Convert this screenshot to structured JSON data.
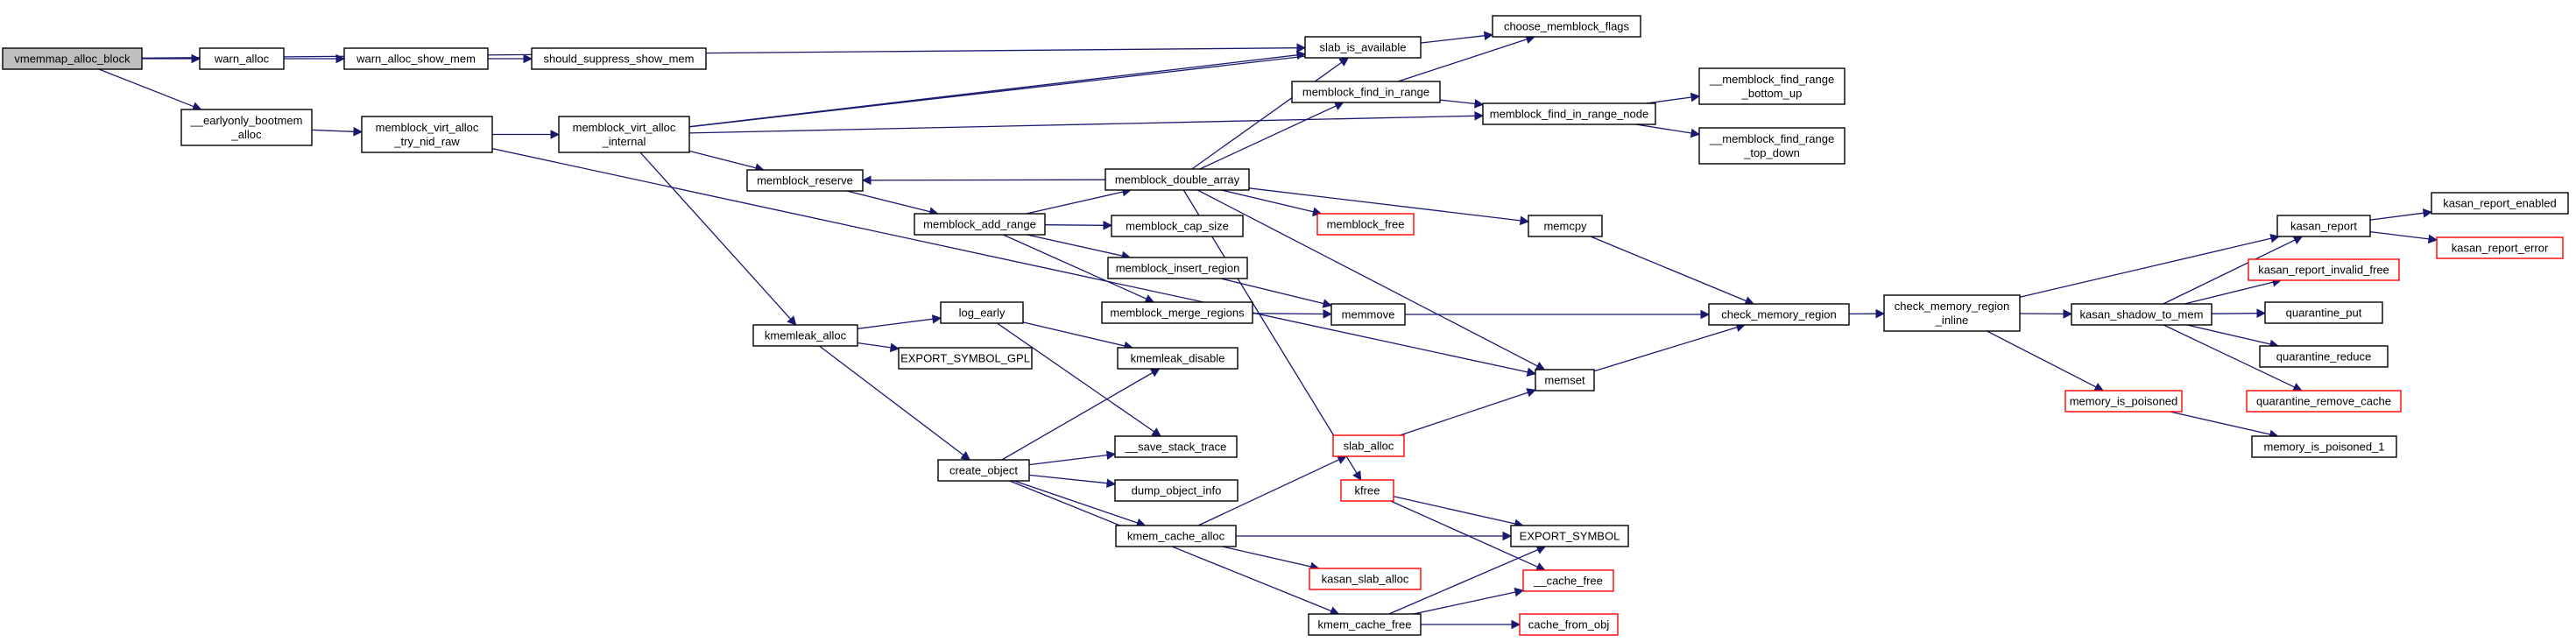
{
  "nodes": [
    {
      "id": "n_vmemmap",
      "lines": [
        "vmemmap_alloc_block"
      ],
      "style": "root"
    },
    {
      "id": "n_warn_alloc",
      "lines": [
        "warn_alloc"
      ],
      "style": "normal"
    },
    {
      "id": "n_warn_alloc_show_mem",
      "lines": [
        "warn_alloc_show_mem"
      ],
      "style": "normal"
    },
    {
      "id": "n_should_suppress",
      "lines": [
        "should_suppress_show_mem"
      ],
      "style": "normal"
    },
    {
      "id": "n_earlyonly",
      "lines": [
        "__earlyonly_bootmem",
        "_alloc"
      ],
      "style": "normal"
    },
    {
      "id": "n_mva_try_nid",
      "lines": [
        "memblock_virt_alloc",
        "_try_nid_raw"
      ],
      "style": "normal"
    },
    {
      "id": "n_mva_internal",
      "lines": [
        "memblock_virt_alloc",
        "_internal"
      ],
      "style": "normal"
    },
    {
      "id": "n_slab_is_available",
      "lines": [
        "slab_is_available"
      ],
      "style": "normal"
    },
    {
      "id": "n_choose_flags",
      "lines": [
        "choose_memblock_flags"
      ],
      "style": "normal"
    },
    {
      "id": "n_find_in_range",
      "lines": [
        "memblock_find_in_range"
      ],
      "style": "normal"
    },
    {
      "id": "n_find_in_range_node",
      "lines": [
        "memblock_find_in_range_node"
      ],
      "style": "normal"
    },
    {
      "id": "n_find_bottom_up",
      "lines": [
        "__memblock_find_range",
        "_bottom_up"
      ],
      "style": "normal"
    },
    {
      "id": "n_find_top_down",
      "lines": [
        "__memblock_find_range",
        "_top_down"
      ],
      "style": "normal"
    },
    {
      "id": "n_memblock_reserve",
      "lines": [
        "memblock_reserve"
      ],
      "style": "normal"
    },
    {
      "id": "n_double_array",
      "lines": [
        "memblock_double_array"
      ],
      "style": "normal"
    },
    {
      "id": "n_add_range",
      "lines": [
        "memblock_add_range"
      ],
      "style": "normal"
    },
    {
      "id": "n_cap_size",
      "lines": [
        "memblock_cap_size"
      ],
      "style": "normal"
    },
    {
      "id": "n_memblock_free",
      "lines": [
        "memblock_free"
      ],
      "style": "red"
    },
    {
      "id": "n_memcpy",
      "lines": [
        "memcpy"
      ],
      "style": "normal"
    },
    {
      "id": "n_insert_region",
      "lines": [
        "memblock_insert_region"
      ],
      "style": "normal"
    },
    {
      "id": "n_merge_regions",
      "lines": [
        "memblock_merge_regions"
      ],
      "style": "normal"
    },
    {
      "id": "n_memmove",
      "lines": [
        "memmove"
      ],
      "style": "normal"
    },
    {
      "id": "n_check_memory_region",
      "lines": [
        "check_memory_region"
      ],
      "style": "normal"
    },
    {
      "id": "n_check_mr_inline",
      "lines": [
        "check_memory_region",
        "_inline"
      ],
      "style": "normal"
    },
    {
      "id": "n_kasan_shadow",
      "lines": [
        "kasan_shadow_to_mem"
      ],
      "style": "normal"
    },
    {
      "id": "n_kasan_report",
      "lines": [
        "kasan_report"
      ],
      "style": "normal"
    },
    {
      "id": "n_kasan_report_enabled",
      "lines": [
        "kasan_report_enabled"
      ],
      "style": "normal"
    },
    {
      "id": "n_kasan_report_error",
      "lines": [
        "kasan_report_error"
      ],
      "style": "red"
    },
    {
      "id": "n_kasan_report_invalid_free",
      "lines": [
        "kasan_report_invalid_free"
      ],
      "style": "red"
    },
    {
      "id": "n_quarantine_put",
      "lines": [
        "quarantine_put"
      ],
      "style": "normal"
    },
    {
      "id": "n_quarantine_reduce",
      "lines": [
        "quarantine_reduce"
      ],
      "style": "normal"
    },
    {
      "id": "n_quarantine_remove_cache",
      "lines": [
        "quarantine_remove_cache"
      ],
      "style": "red"
    },
    {
      "id": "n_memory_is_poisoned",
      "lines": [
        "memory_is_poisoned"
      ],
      "style": "red"
    },
    {
      "id": "n_memory_is_poisoned_1",
      "lines": [
        "memory_is_poisoned_1"
      ],
      "style": "normal"
    },
    {
      "id": "n_kmemleak_alloc",
      "lines": [
        "kmemleak_alloc"
      ],
      "style": "normal"
    },
    {
      "id": "n_log_early",
      "lines": [
        "log_early"
      ],
      "style": "normal"
    },
    {
      "id": "n_export_symbol_gpl",
      "lines": [
        "EXPORT_SYMBOL_GPL"
      ],
      "style": "normal"
    },
    {
      "id": "n_kmemleak_disable",
      "lines": [
        "kmemleak_disable"
      ],
      "style": "normal"
    },
    {
      "id": "n_memset",
      "lines": [
        "memset"
      ],
      "style": "normal"
    },
    {
      "id": "n_save_stack_trace",
      "lines": [
        "__save_stack_trace"
      ],
      "style": "normal"
    },
    {
      "id": "n_create_object",
      "lines": [
        "create_object"
      ],
      "style": "normal"
    },
    {
      "id": "n_dump_object_info",
      "lines": [
        "dump_object_info"
      ],
      "style": "normal"
    },
    {
      "id": "n_slab_alloc",
      "lines": [
        "slab_alloc"
      ],
      "style": "red"
    },
    {
      "id": "n_kfree",
      "lines": [
        "kfree"
      ],
      "style": "red"
    },
    {
      "id": "n_kmem_cache_alloc",
      "lines": [
        "kmem_cache_alloc"
      ],
      "style": "normal"
    },
    {
      "id": "n_export_symbol",
      "lines": [
        "EXPORT_SYMBOL"
      ],
      "style": "normal"
    },
    {
      "id": "n_kasan_slab_alloc",
      "lines": [
        "kasan_slab_alloc"
      ],
      "style": "red"
    },
    {
      "id": "n_cache_free",
      "lines": [
        "__cache_free"
      ],
      "style": "red"
    },
    {
      "id": "n_kmem_cache_free",
      "lines": [
        "kmem_cache_free"
      ],
      "style": "normal"
    },
    {
      "id": "n_cache_from_obj",
      "lines": [
        "cache_from_obj"
      ],
      "style": "red"
    }
  ],
  "edges": [
    [
      "n_vmemmap",
      "n_warn_alloc"
    ],
    [
      "n_vmemmap",
      "n_slab_is_available"
    ],
    [
      "n_vmemmap",
      "n_earlyonly"
    ],
    [
      "n_warn_alloc",
      "n_warn_alloc_show_mem"
    ],
    [
      "n_warn_alloc_show_mem",
      "n_should_suppress"
    ],
    [
      "n_earlyonly",
      "n_mva_try_nid"
    ],
    [
      "n_mva_try_nid",
      "n_mva_internal"
    ],
    [
      "n_mva_try_nid",
      "n_memset"
    ],
    [
      "n_mva_internal",
      "n_choose_flags"
    ],
    [
      "n_mva_internal",
      "n_slab_is_available"
    ],
    [
      "n_mva_internal",
      "n_find_in_range_node"
    ],
    [
      "n_mva_internal",
      "n_memblock_reserve"
    ],
    [
      "n_mva_internal",
      "n_kmemleak_alloc"
    ],
    [
      "n_find_in_range",
      "n_choose_flags"
    ],
    [
      "n_find_in_range",
      "n_find_in_range_node"
    ],
    [
      "n_find_in_range_node",
      "n_find_bottom_up"
    ],
    [
      "n_find_in_range_node",
      "n_find_top_down"
    ],
    [
      "n_double_array",
      "n_slab_is_available"
    ],
    [
      "n_double_array",
      "n_find_in_range"
    ],
    [
      "n_double_array",
      "n_memblock_reserve"
    ],
    [
      "n_double_array",
      "n_memblock_free"
    ],
    [
      "n_double_array",
      "n_memcpy"
    ],
    [
      "n_double_array",
      "n_memset"
    ],
    [
      "n_double_array",
      "n_kfree"
    ],
    [
      "n_memblock_reserve",
      "n_add_range"
    ],
    [
      "n_add_range",
      "n_double_array"
    ],
    [
      "n_add_range",
      "n_cap_size"
    ],
    [
      "n_add_range",
      "n_insert_region"
    ],
    [
      "n_add_range",
      "n_merge_regions"
    ],
    [
      "n_insert_region",
      "n_memmove"
    ],
    [
      "n_merge_regions",
      "n_memmove"
    ],
    [
      "n_memcpy",
      "n_check_memory_region"
    ],
    [
      "n_memmove",
      "n_check_memory_region"
    ],
    [
      "n_memset",
      "n_check_memory_region"
    ],
    [
      "n_check_memory_region",
      "n_check_mr_inline"
    ],
    [
      "n_check_mr_inline",
      "n_kasan_report"
    ],
    [
      "n_check_mr_inline",
      "n_kasan_shadow"
    ],
    [
      "n_check_mr_inline",
      "n_memory_is_poisoned"
    ],
    [
      "n_kasan_shadow",
      "n_kasan_report"
    ],
    [
      "n_kasan_shadow",
      "n_kasan_report_invalid_free"
    ],
    [
      "n_kasan_shadow",
      "n_quarantine_put"
    ],
    [
      "n_kasan_shadow",
      "n_quarantine_reduce"
    ],
    [
      "n_kasan_shadow",
      "n_quarantine_remove_cache"
    ],
    [
      "n_kasan_report",
      "n_kasan_report_enabled"
    ],
    [
      "n_kasan_report",
      "n_kasan_report_error"
    ],
    [
      "n_memory_is_poisoned",
      "n_memory_is_poisoned_1"
    ],
    [
      "n_kmemleak_alloc",
      "n_log_early"
    ],
    [
      "n_kmemleak_alloc",
      "n_export_symbol_gpl"
    ],
    [
      "n_kmemleak_alloc",
      "n_create_object"
    ],
    [
      "n_log_early",
      "n_kmemleak_disable"
    ],
    [
      "n_log_early",
      "n_save_stack_trace"
    ],
    [
      "n_create_object",
      "n_kmemleak_disable"
    ],
    [
      "n_create_object",
      "n_save_stack_trace"
    ],
    [
      "n_create_object",
      "n_dump_object_info"
    ],
    [
      "n_create_object",
      "n_kmem_cache_alloc"
    ],
    [
      "n_create_object",
      "n_kmem_cache_free"
    ],
    [
      "n_kmem_cache_alloc",
      "n_slab_alloc"
    ],
    [
      "n_kmem_cache_alloc",
      "n_export_symbol"
    ],
    [
      "n_kmem_cache_alloc",
      "n_kasan_slab_alloc"
    ],
    [
      "n_slab_alloc",
      "n_memset"
    ],
    [
      "n_kfree",
      "n_export_symbol"
    ],
    [
      "n_kfree",
      "n_cache_free"
    ],
    [
      "n_kmem_cache_free",
      "n_export_symbol"
    ],
    [
      "n_kmem_cache_free",
      "n_cache_free"
    ],
    [
      "n_kmem_cache_free",
      "n_cache_from_obj"
    ]
  ]
}
